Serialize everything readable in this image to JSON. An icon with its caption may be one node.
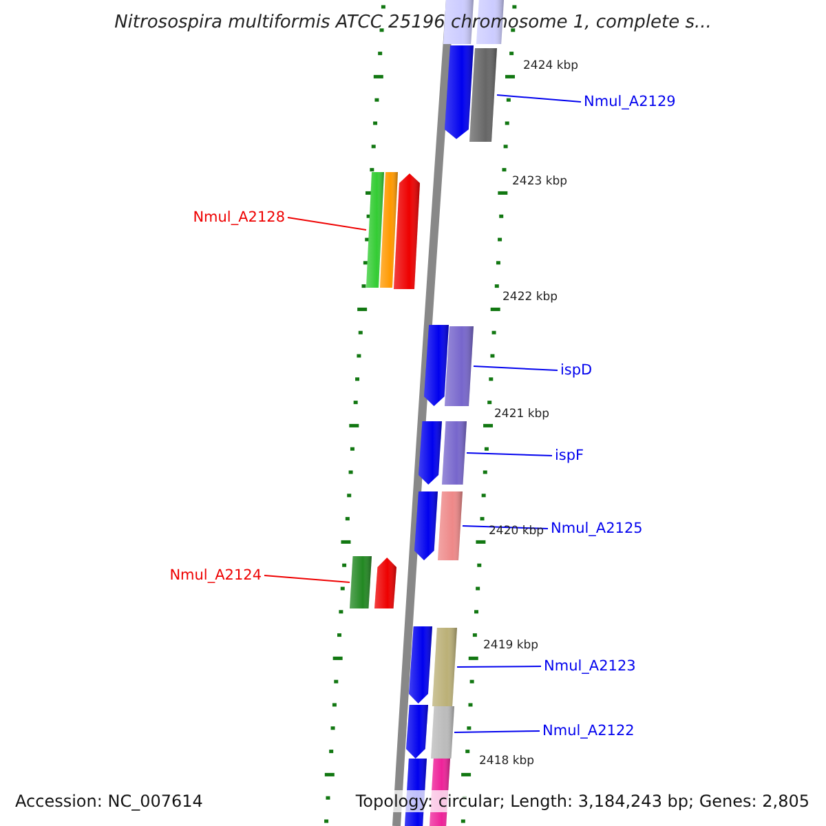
{
  "diagram": {
    "title": "Nitrosospira multiformis ATCC 25196 chromosome 1, complete s...",
    "nodes": [
      {
        "text": [
          "Nmul_A2129"
        ]
      },
      {
        "text": [],
        "shape": "bar"
      },
      {
        "text": [
          "Nmul_A2128"
        ]
      },
      {
        "text": [],
        "shape": "bar"
      },
      {
        "text": [
          "ispD"
        ]
      },
      {
        "text": [],
        "shape": "bar"
      },
      {
        "text": [
          "ispF"
        ]
      },
      {
        "text": [],
        "shape": "bar"
      },
      {
        "text": [
          "Nmul_A2125"
        ]
      },
      {
        "text": [],
        "shape": "bar"
      },
      {
        "text": [
          "Nmul_A2124"
        ]
      },
      {
        "text": [],
        "shape": "bar"
      },
      {
        "text": [
          "Nmul_A2123"
        ]
      },
      {
        "text": [],
        "shape": "bar"
      },
      {
        "text": [
          "Nmul_A2122"
        ]
      },
      {
        "text": [],
        "shape": "bar"
      }
    ],
    "edges": [
      {
        "from": 0,
        "to": 1,
        "arrow": "none"
      },
      {
        "from": 2,
        "to": 3,
        "arrow": "none",
        "color": "#ee0000"
      },
      {
        "from": 4,
        "to": 5,
        "arrow": "none"
      },
      {
        "from": 6,
        "to": 7,
        "arrow": "none"
      },
      {
        "from": 8,
        "to": 9,
        "arrow": "none"
      },
      {
        "from": 10,
        "to": 11,
        "arrow": "none",
        "color": "#ee0000"
      },
      {
        "from": 12,
        "to": 13,
        "arrow": "none"
      },
      {
        "from": 14,
        "to": 15,
        "arrow": "none"
      }
    ],
    "labels": [
      "2424 kbp",
      "2423 kbp",
      "2422 kbp",
      "2421 kbp",
      "2420 kbp",
      "2419 kbp",
      "2418 kbp",
      "Accession: NC_007614",
      "Topology: circular; Length: 3,184,243 bp; Genes: 2,805"
    ]
  }
}
